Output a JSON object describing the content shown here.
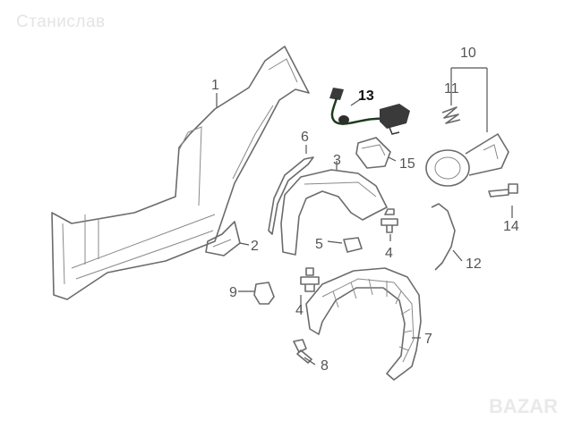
{
  "watermark_top": "Станислав",
  "watermark_bottom": "BAZAR",
  "labels": {
    "p1": "1",
    "p2": "2",
    "p3": "3",
    "p4a": "4",
    "p4b": "4",
    "p5": "5",
    "p6": "6",
    "p7": "7",
    "p8": "8",
    "p9": "9",
    "p10": "10",
    "p11": "11",
    "p12": "12",
    "p13": "13",
    "p14": "14",
    "p15": "15"
  },
  "colors": {
    "line": "#6b6b6b",
    "highlight": "#1d3b1d",
    "watermark": "#e4e4e4"
  }
}
